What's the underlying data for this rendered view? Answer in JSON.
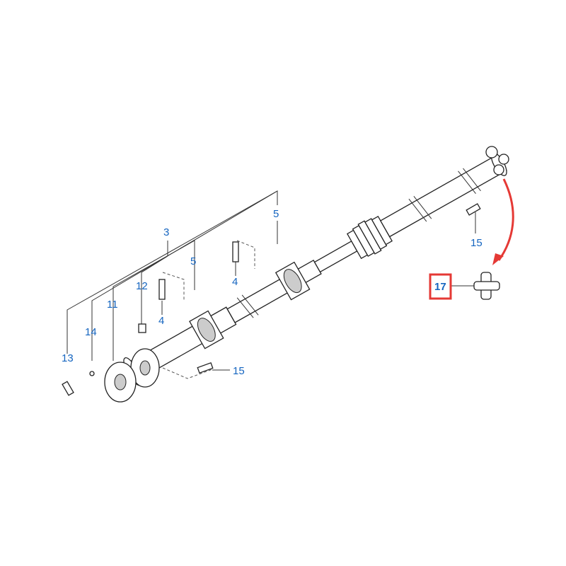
{
  "callouts": {
    "c3": "3",
    "c5a": "5",
    "c5b": "5",
    "c4a": "4",
    "c4b": "4",
    "c12": "12",
    "c11": "11",
    "c14": "14",
    "c13": "13",
    "c15a": "15",
    "c15b": "15",
    "c17": "17"
  },
  "colors": {
    "label": "#1565c0",
    "highlight": "#e53935",
    "arrow": "#e53935"
  },
  "highlighted_part": "17"
}
